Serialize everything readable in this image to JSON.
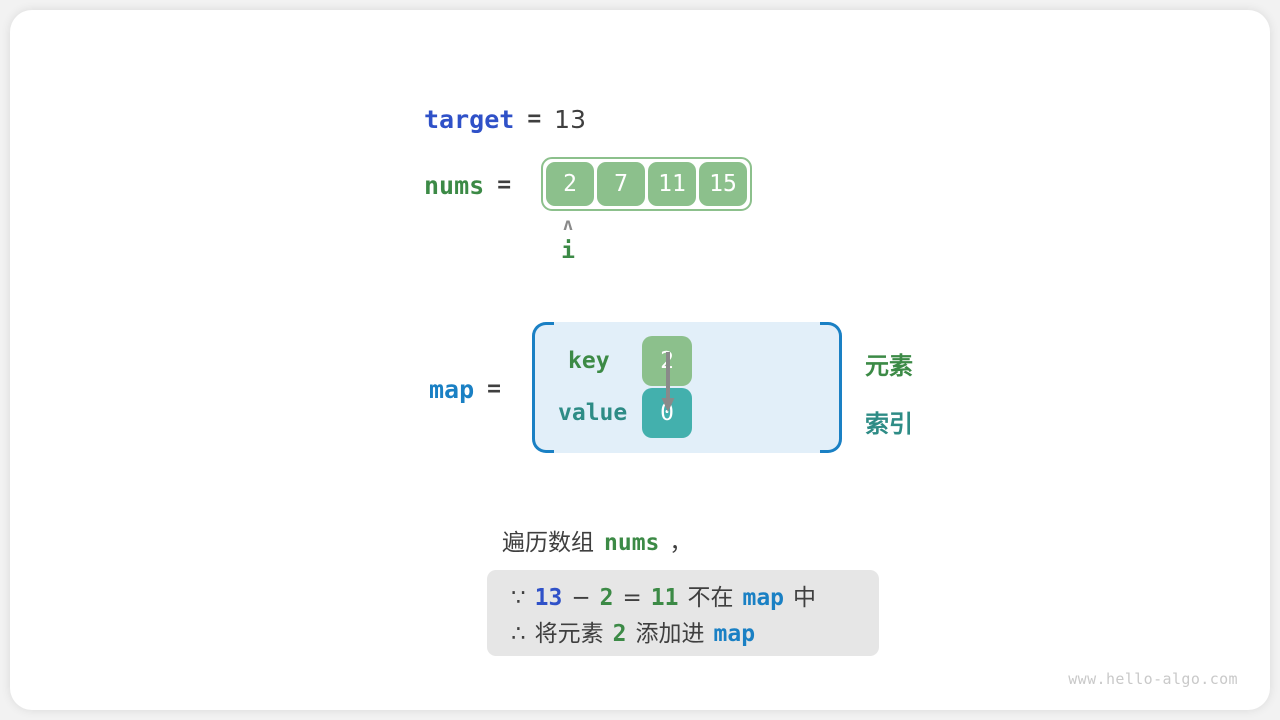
{
  "watermark": "www.hello-algo.com",
  "target": {
    "label": "target",
    "eq": "=",
    "value": "13"
  },
  "nums": {
    "label": "nums",
    "eq": "=",
    "cells": [
      "2",
      "7",
      "11",
      "15"
    ]
  },
  "pointer": {
    "caret": "ʌ",
    "label": "i"
  },
  "map": {
    "label": "map",
    "eq": "=",
    "key_label": "key",
    "value_label": "value",
    "key_cell": "2",
    "value_cell": "0"
  },
  "side_labels": {
    "element": "元素",
    "index": "索引"
  },
  "caption": {
    "prefix": "遍历数组",
    "var": "nums",
    "suffix": "，"
  },
  "info": {
    "line1": {
      "because_symbol": "∵",
      "a": "13",
      "minus": "−",
      "b": "2",
      "eq": "=",
      "c": "11",
      "mid": "不在",
      "map": "map",
      "end": "中"
    },
    "line2": {
      "therefore_symbol": "∴",
      "lead": "将元素",
      "num": "2",
      "mid": "添加进",
      "map": "map"
    }
  },
  "colors": {
    "target_blue": "#2f51c8",
    "map_blue": "#1a80c4",
    "green": "#3c8a46",
    "teal": "#2e8c86",
    "cell_green": "#8cc08c",
    "cell_teal": "#43b0ad",
    "map_bg": "#e2eff9",
    "info_bg": "#e6e6e6",
    "text": "#3f3f3f"
  }
}
